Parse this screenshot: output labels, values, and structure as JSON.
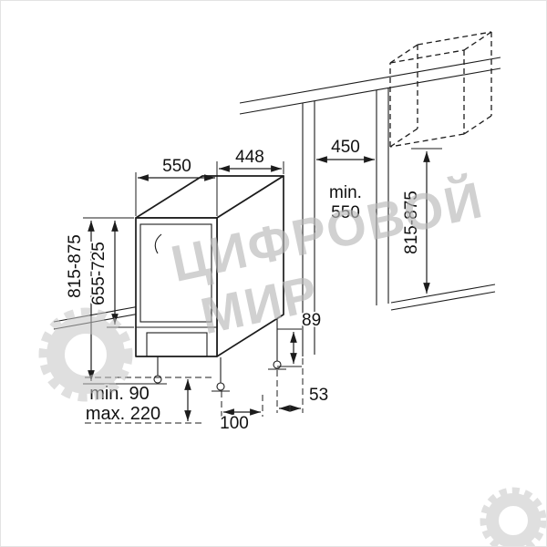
{
  "figure": {
    "title": "built-in dishwasher installation drawing",
    "colors": {
      "line": "#1c1c1c",
      "background": "#ffffff",
      "watermark": "#b9b9b9"
    },
    "dimensions": {
      "appliance_depth": "550",
      "appliance_width": "448",
      "niche_width": "450",
      "niche_depth_label": "min.",
      "niche_depth_value": "550",
      "appliance_height": "815-875",
      "door_height": "655-725",
      "niche_height": "815-875",
      "rear_clearance": "89",
      "rear_foot_offset": "53",
      "front_foot_offset": "100",
      "plinth_min": "min. 90",
      "plinth_max": "max. 220"
    },
    "watermark": {
      "line1": "ЦИФРОВОЙ",
      "line2": "МИР"
    }
  }
}
